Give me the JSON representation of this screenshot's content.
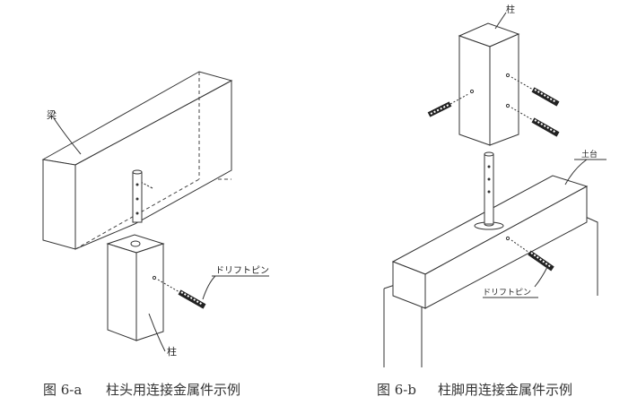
{
  "fig_a": {
    "beam_label": "梁",
    "pin_label": "ドリフトピン",
    "column_label": "柱",
    "caption_num": "图 6-a",
    "caption_text": "柱头用连接金属件示例"
  },
  "fig_b": {
    "column_label": "柱",
    "sill_label": "土台",
    "pin_label": "ドリフトピン",
    "caption_num": "图 6-b",
    "caption_text": "柱脚用连接金属件示例"
  }
}
